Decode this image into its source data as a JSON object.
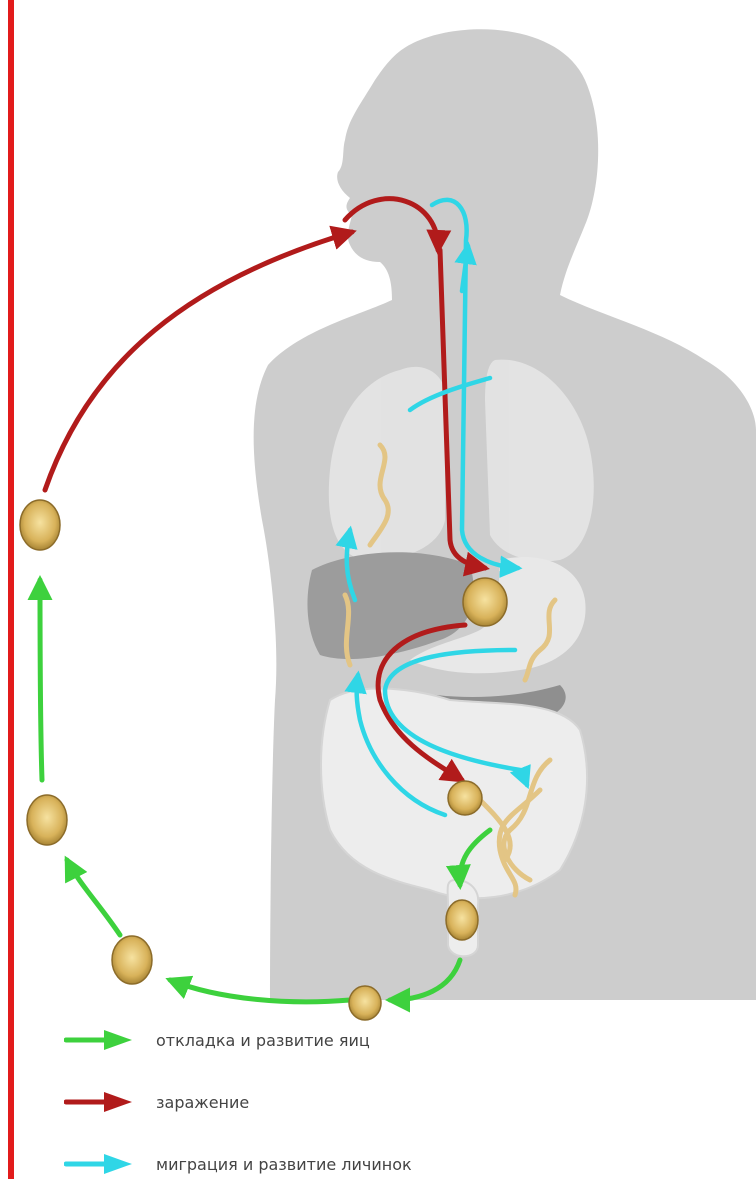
{
  "legend": {
    "items": [
      {
        "label": "откладка и развитие яиц",
        "color": "#3dd13d"
      },
      {
        "label": "заражение",
        "color": "#b11b1b"
      },
      {
        "label": "миграция и развитие личинок",
        "color": "#2fd6e6"
      }
    ]
  },
  "colors": {
    "frame_line": "#e21b1b",
    "body_silhouette": "#c9c9c9",
    "organs": "#e6e6e6",
    "liver": "#9a9a9a",
    "egg": "#d8b25a",
    "worm": "#e7c98a"
  },
  "icons": [
    "human-silhouette",
    "lungs",
    "liver",
    "stomach",
    "intestines",
    "egg",
    "larva",
    "worm"
  ]
}
